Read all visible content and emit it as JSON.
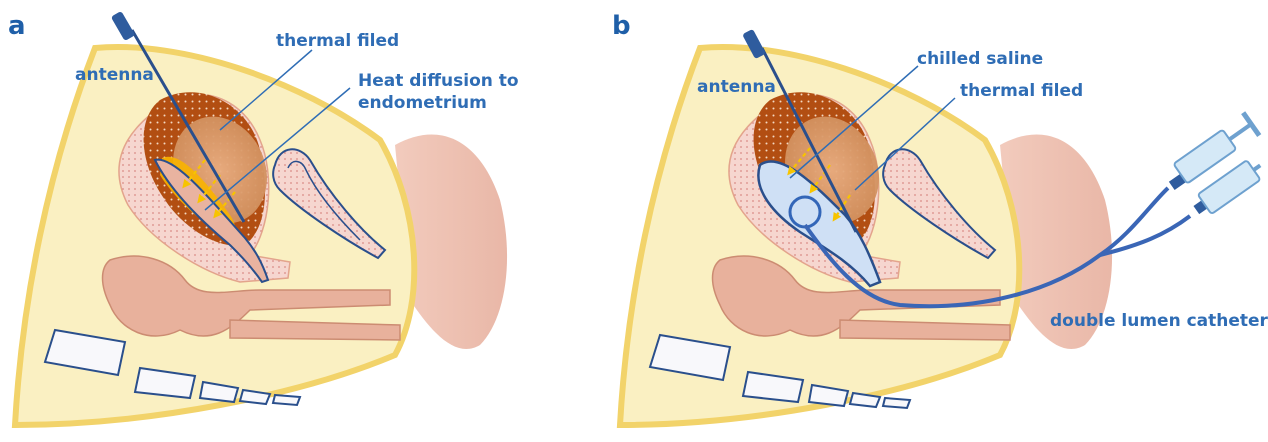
{
  "panels": {
    "a": {
      "letter": "a",
      "labels": {
        "antenna": "antenna",
        "thermal": "thermal filed",
        "heat_line1": "Heat diffusion to",
        "heat_line2": "endometrium"
      }
    },
    "b": {
      "letter": "b",
      "labels": {
        "antenna": "antenna",
        "chilled": "chilled saline",
        "thermal": "thermal filed",
        "catheter": "double lumen catheter"
      }
    }
  },
  "colors": {
    "body": "#faf0c2",
    "body_edge": "#f2d36a",
    "tissue": "#eab89a",
    "tissue_dark": "#b86a3c",
    "uterus_dark": "#b24e12",
    "thermal": "#d99a6c",
    "heat": "#f8b400",
    "saline": "#cfe0f5",
    "label": "#2f6db5",
    "outline": "#2a4f8c"
  }
}
